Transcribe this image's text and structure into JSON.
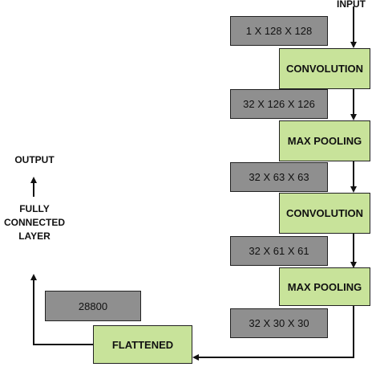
{
  "input_label": "INPUT",
  "output_label": "OUTPUT",
  "fc_label": [
    "FULLY",
    "CONNECTED",
    "LAYER"
  ],
  "dims": [
    "1 X 128 X 128",
    "32 X 126 X 126",
    "32 X 63 X 63",
    "32 X 61 X 61",
    "32 X 30 X 30",
    "28800"
  ],
  "ops": [
    "CONVOLUTION",
    "MAX POOLING",
    "CONVOLUTION",
    "MAX POOLING",
    "FLATTENED"
  ],
  "colors": {
    "dim_box": "#8f8f8f",
    "op_box": "#c8e39a",
    "stroke": "#222222"
  }
}
